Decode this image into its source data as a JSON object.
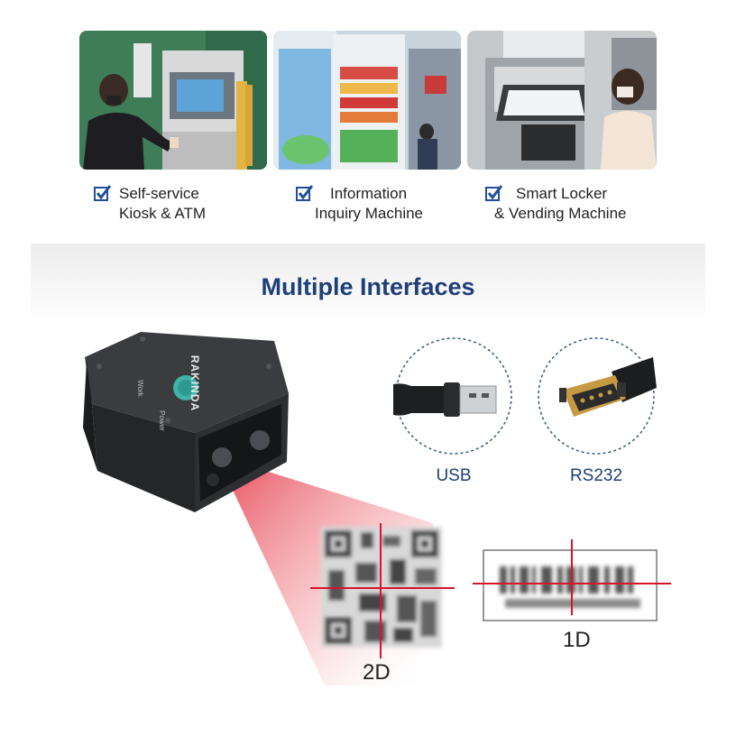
{
  "scenarios": [
    {
      "line1": "Self-service",
      "line2": "Kiosk & ATM",
      "icon": "atm-kiosk-photo"
    },
    {
      "line1": "Information",
      "line2": "Inquiry Machine",
      "icon": "vending-machine-photo"
    },
    {
      "line1": "Smart Locker",
      "line2": "& Vending Machine",
      "icon": "self-service-terminal-photo"
    }
  ],
  "section_title": "Multiple Interfaces",
  "device": {
    "brand": "RAKINDA",
    "led_work": "Work",
    "led_power": "Power"
  },
  "interfaces": [
    {
      "label": "USB",
      "icon": "usb-connector-icon"
    },
    {
      "label": "RS232",
      "icon": "rs232-connector-icon"
    }
  ],
  "codes": [
    {
      "label": "2D",
      "icon": "qr-code-icon"
    },
    {
      "label": "1D",
      "icon": "barcode-icon"
    }
  ],
  "colors": {
    "accent": "#1f3f78",
    "laser": "#d8152a",
    "check": "#1f4f9a"
  }
}
